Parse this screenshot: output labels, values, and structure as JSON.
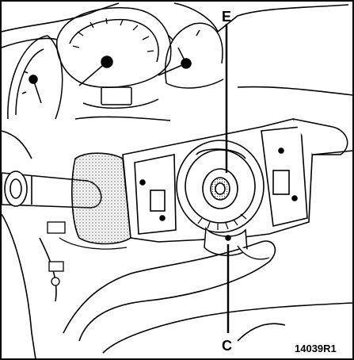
{
  "figure": {
    "callouts": {
      "e": "E",
      "c": "C"
    },
    "reference": "14039R1",
    "colors": {
      "line": "#000000",
      "paper": "#ffffff",
      "stipple": "#555555"
    }
  }
}
